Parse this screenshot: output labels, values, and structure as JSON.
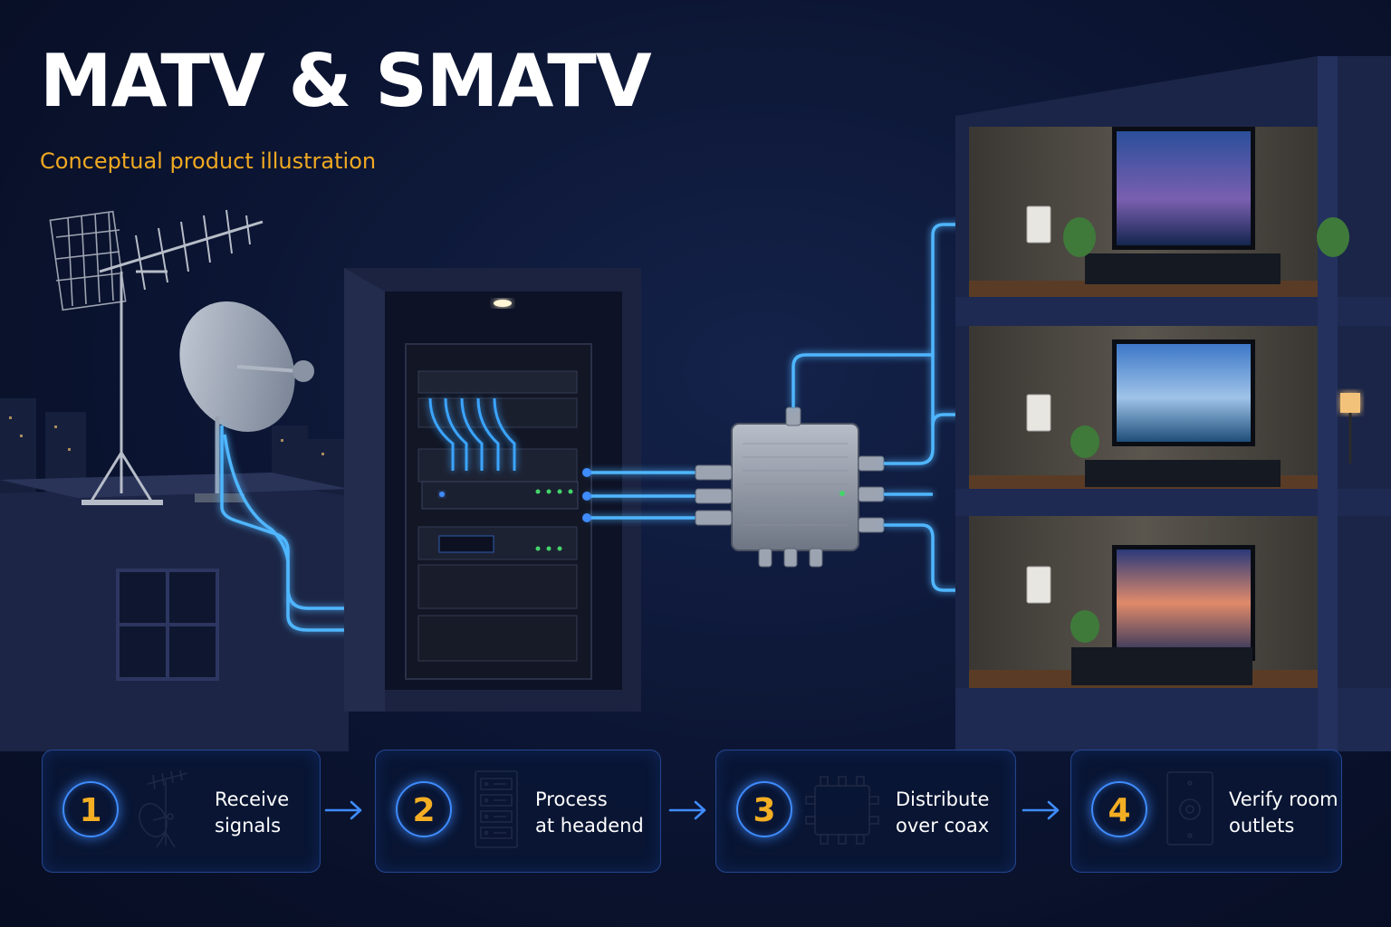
{
  "title": "MATV & SMATV",
  "subtitle": "Conceptual product illustration",
  "steps": [
    {
      "number": "1",
      "line1": "Receive",
      "line2": "signals",
      "icon": "antenna-dish-icon"
    },
    {
      "number": "2",
      "line1": "Process",
      "line2": "at headend",
      "icon": "rack-icon"
    },
    {
      "number": "3",
      "line1": "Distribute",
      "line2": "over coax",
      "icon": "splitter-icon"
    },
    {
      "number": "4",
      "line1": "Verify room",
      "line2": "outlets",
      "icon": "wall-outlet-icon"
    }
  ],
  "colors": {
    "background": "#0b1431",
    "accent_blue": "#3f8cff",
    "cable_glow": "#4fb6ff",
    "number_orange": "#f4ae23",
    "subtitle_orange": "#f0a922"
  }
}
